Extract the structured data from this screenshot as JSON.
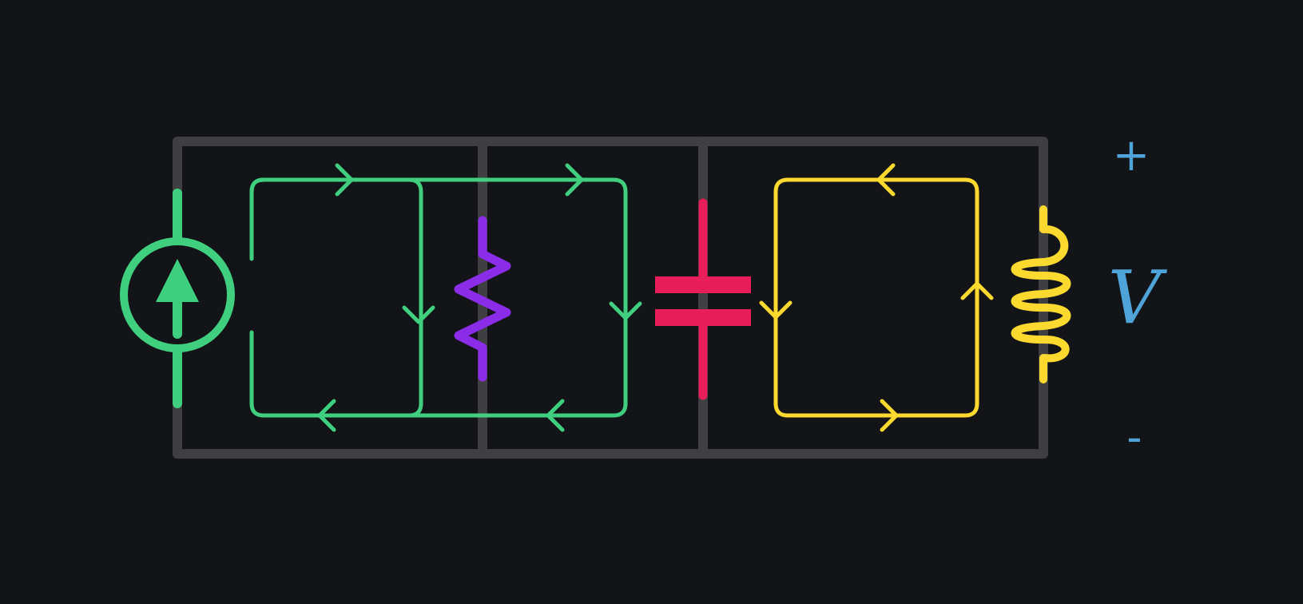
{
  "diagram": {
    "labels": {
      "plus": "+",
      "voltage": "V",
      "minus": "-"
    },
    "colors": {
      "background": "#131417",
      "wire": "#3f3f41",
      "source": "#3fcf7e",
      "source_loop": "#3fcf7e",
      "resistor": "#8b2ce8",
      "capacitor": "#e81e5a",
      "inductor": "#fcd92f",
      "inductor_loop": "#fcd92f",
      "label": "#4ea3d8"
    },
    "components": [
      {
        "kind": "current-source",
        "icon": "current-source-arrow-up"
      },
      {
        "kind": "resistor",
        "icon": "zigzag"
      },
      {
        "kind": "capacitor",
        "icon": "parallel-plates"
      },
      {
        "kind": "inductor",
        "icon": "coil"
      }
    ]
  }
}
